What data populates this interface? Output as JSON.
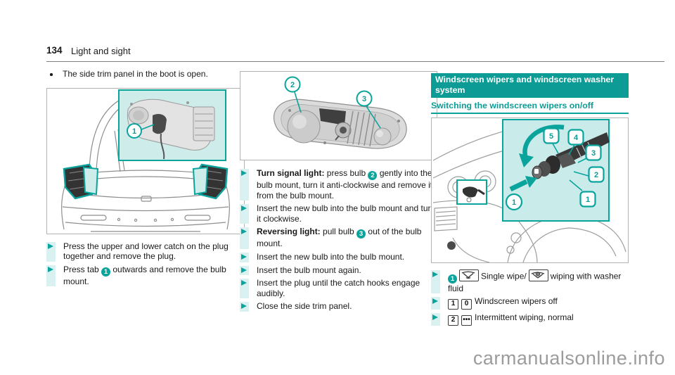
{
  "page": {
    "number": "134",
    "chapter": "Light and sight",
    "watermark": "carmanualsonline.info"
  },
  "colors": {
    "teal": "#0d9c95",
    "accent_arrow": "#0aa49d",
    "inset_background": "#cdecea",
    "bullet_band": "#d9f2f1"
  },
  "left": {
    "note": "The side trim panel in the boot is open.",
    "figure": {
      "callout1": "1"
    },
    "b1": {
      "text": "Press the upper and lower catch on the plug together and remove the plug."
    },
    "b2": {
      "pre": "Press tab ",
      "badge": "1",
      "post": " outwards and remove the bulb mount."
    }
  },
  "mid": {
    "figure": {
      "callout2": "2",
      "callout3": "3"
    },
    "b1": {
      "bold": "Turn signal light:",
      "mid": " press bulb ",
      "badge": "2",
      "end": " gently into the bulb mount, turn it anti-clockwise and remove it from the bulb mount."
    },
    "b2": {
      "text": "Insert the new bulb into the bulb mount and turn it clockwise."
    },
    "b3": {
      "bold": "Reversing light:",
      "mid": " pull bulb ",
      "badge": "3",
      "end": " out of the bulb mount."
    },
    "b4": {
      "text": "Insert the new bulb into the bulb mount."
    },
    "b5": {
      "text": "Insert the bulb mount again."
    },
    "b6": {
      "text": "Insert the plug until the catch hooks engage audibly."
    },
    "b7": {
      "text": "Close the side trim panel."
    }
  },
  "right": {
    "section_title": "Windscreen wipers and windscreen washer system",
    "subsection_title": "Switching the windscreen wipers on/off",
    "figure": {
      "sq": [
        "5",
        "4",
        "3",
        "2",
        "1"
      ],
      "circle": "1"
    },
    "b1": {
      "badge": "1",
      "t1": "Single wipe/",
      "t2": "wiping with washer fluid"
    },
    "b2": {
      "key1": "1",
      "key2": "0",
      "text": "Windscreen wipers off"
    },
    "b3": {
      "key1": "2",
      "key2": "•••",
      "text": "Intermittent wiping, normal"
    }
  }
}
